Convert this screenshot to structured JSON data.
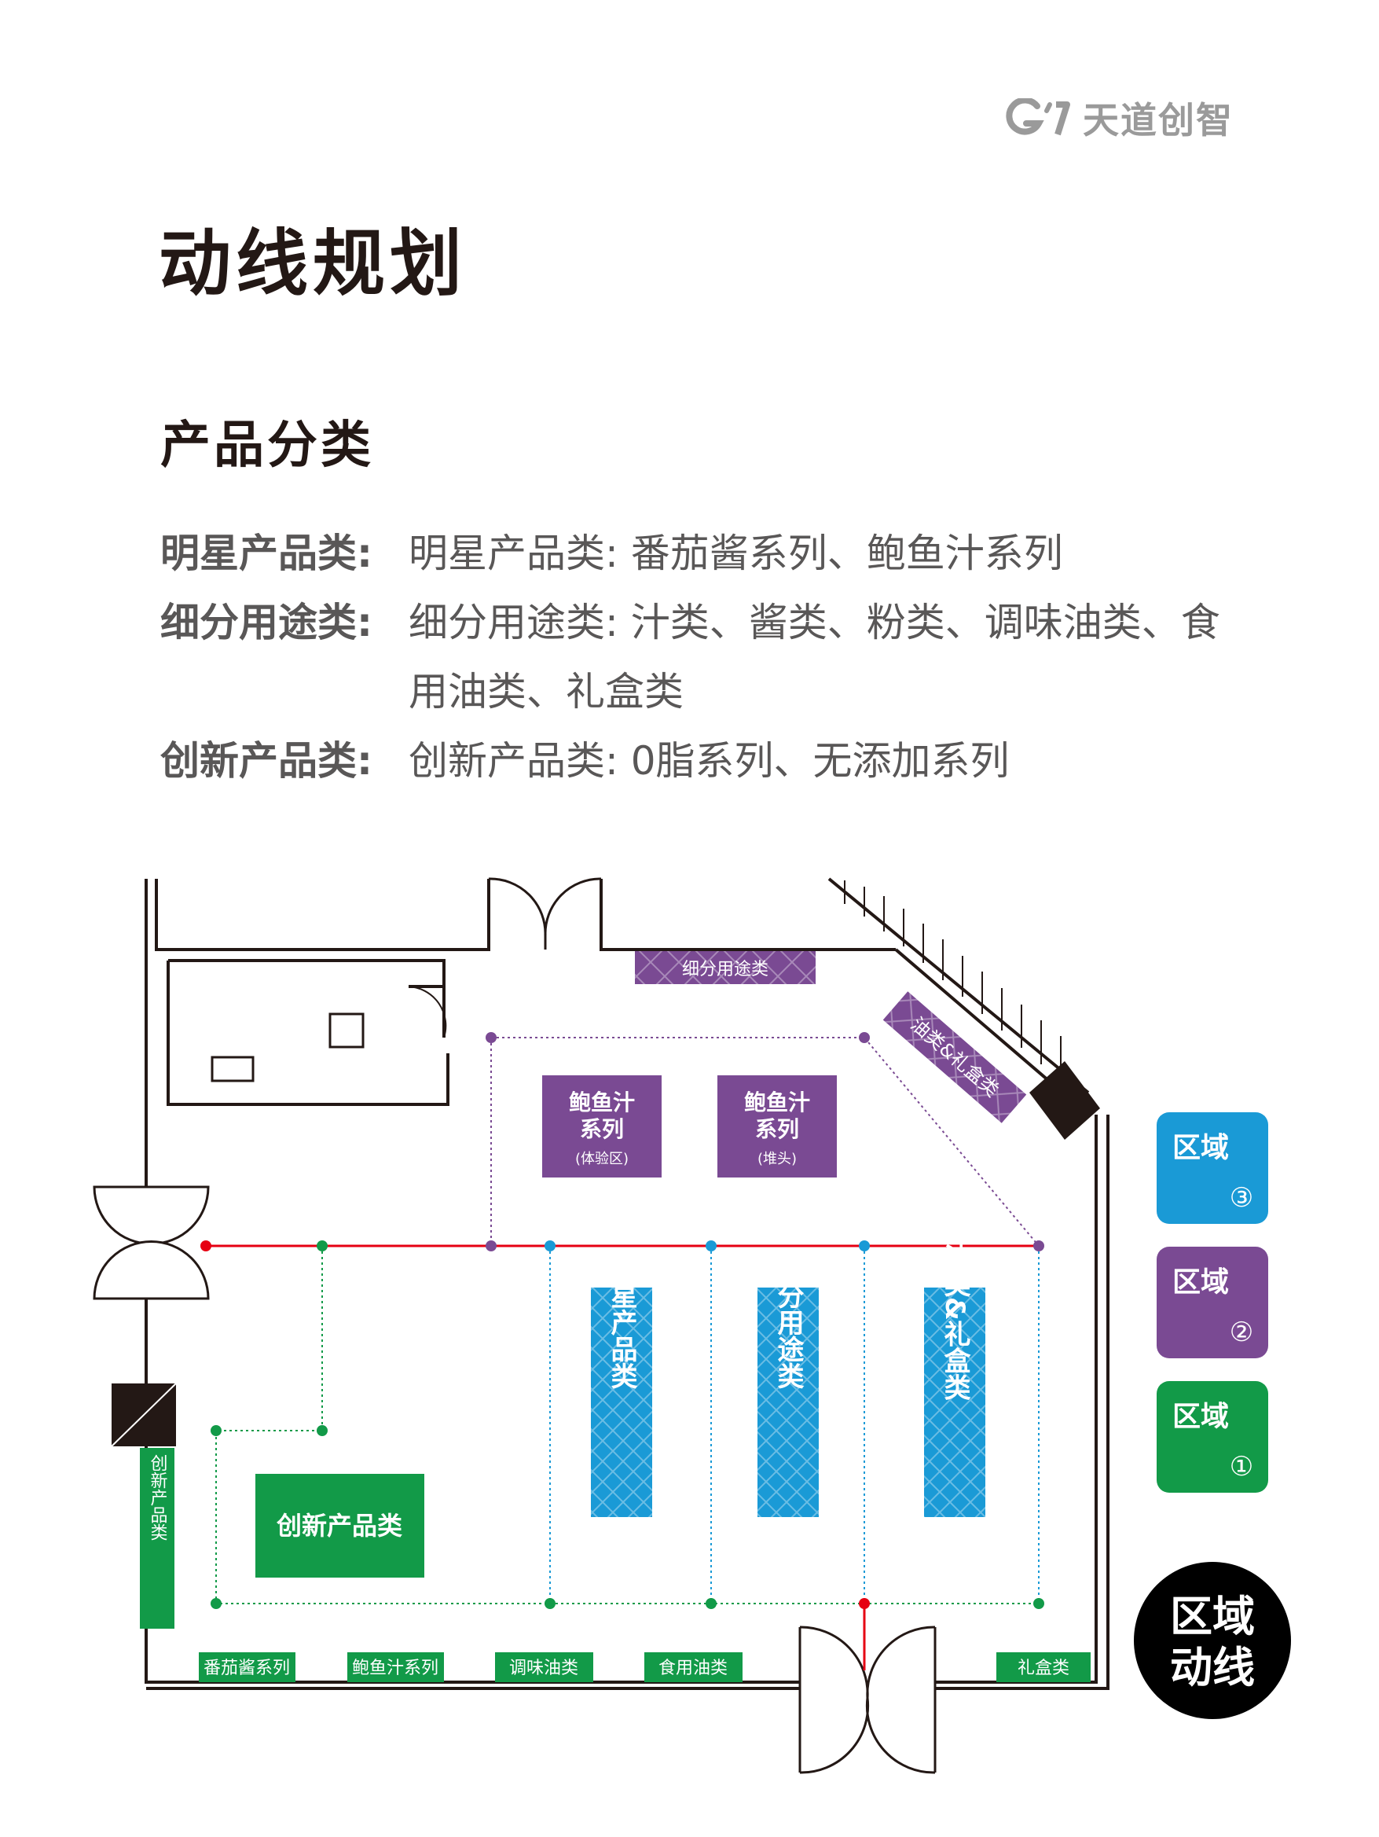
{
  "brand": {
    "logo_text": "天道创智"
  },
  "title": "动线规划",
  "subtitle": "产品分类",
  "categories": [
    {
      "label": "明星产品类:",
      "value": "明星产品类:  番茄酱系列、鲍鱼汁系列"
    },
    {
      "label": "细分用途类:",
      "value": "细分用途类:  汁类、酱类、粉类、调味油类、食用油类、礼盒类"
    },
    {
      "label": "创新产品类:",
      "value": "创新产品类:  0脂系列、无添加系列"
    }
  ],
  "floor_plan": {
    "shelves": {
      "top_wall": "细分用途类",
      "diagonal": "油类&礼盒类",
      "left_wall": "创新产品类",
      "bottom": [
        "番茄酱系列",
        "鲍鱼汁系列",
        "调味油类",
        "食用油类"
      ],
      "bottom_right": "礼盒类"
    },
    "purple_blocks": [
      {
        "line1": "鲍鱼汁",
        "line2": "系列",
        "note": "(体验区)"
      },
      {
        "line1": "鲍鱼汁",
        "line2": "系列",
        "note": "(堆头)"
      }
    ],
    "blue_shelves": [
      "明星产品类",
      "细分用途类",
      "油类&礼盒类"
    ],
    "green_block": "创新产品类"
  },
  "legend": {
    "zones": [
      {
        "label": "区域",
        "num": "③",
        "color": "#1a9ad6"
      },
      {
        "label": "区域",
        "num": "②",
        "color": "#7a4a93"
      },
      {
        "label": "区域",
        "num": "①",
        "color": "#129a48"
      }
    ],
    "flow_line1": "区域",
    "flow_line2": "动线"
  },
  "colors": {
    "zone1": "#129a48",
    "zone2": "#7a4a93",
    "zone3": "#1a9ad6",
    "flow": "#e60012"
  }
}
